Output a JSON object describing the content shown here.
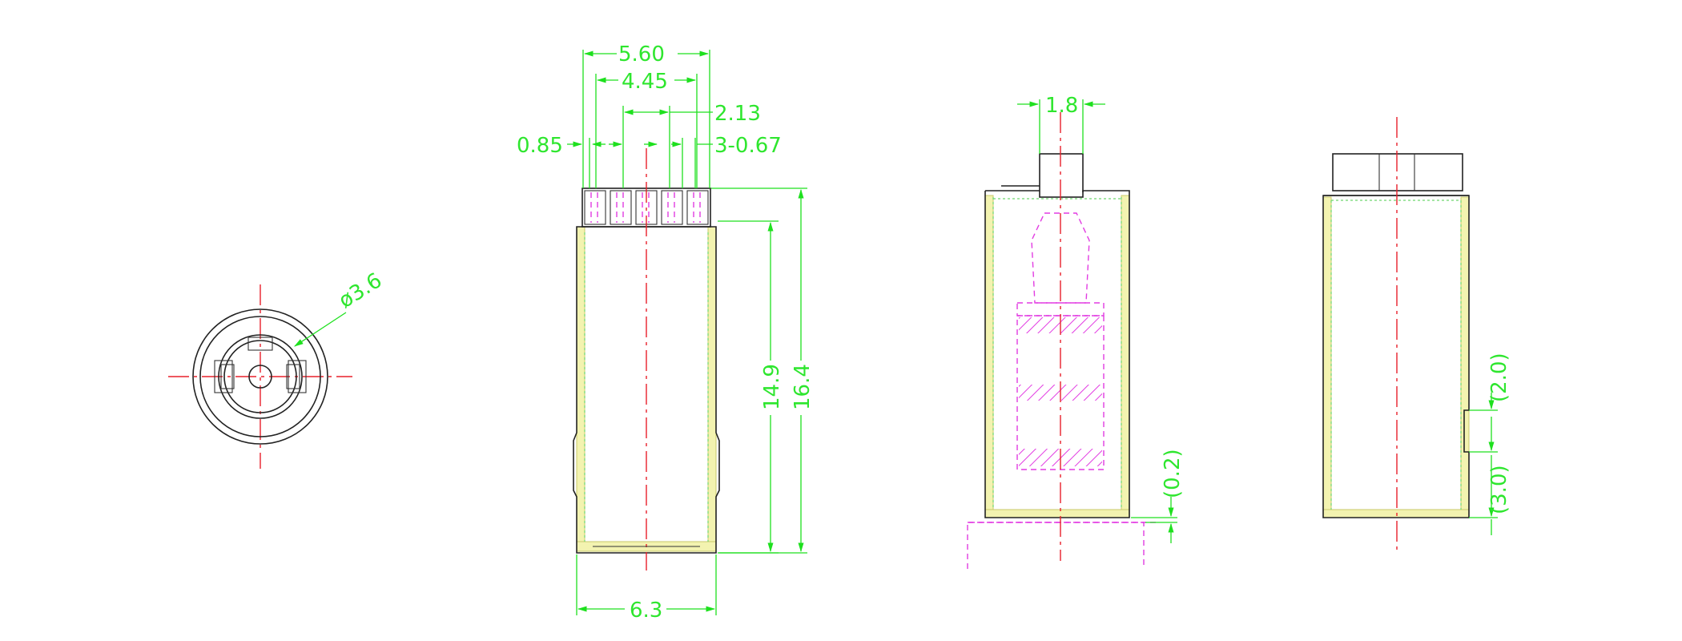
{
  "views": {
    "end_view": {
      "dims": {
        "diameter": "ø3.6"
      }
    },
    "front_view": {
      "dims": {
        "top_width": "5.60",
        "inner_width": "4.45",
        "pitch": "2.13",
        "pin_left": "0.85",
        "pin_gap": "3-0.67",
        "body_height": "14.9",
        "total_height": "16.4",
        "bottom_width": "6.3"
      }
    },
    "side_view": {
      "dims": {
        "tab_width": "1.8",
        "offset": "(0.2)"
      }
    },
    "rear_view": {
      "dims": {
        "upper_ref": "(2.0)",
        "lower_ref": "(3.0)"
      }
    }
  },
  "colors": {
    "dimension": "#2ee62e",
    "centerline": "#e8202a",
    "hidden": "#e23ce2",
    "outline": "#222222",
    "fill": "#f3f3b0"
  }
}
